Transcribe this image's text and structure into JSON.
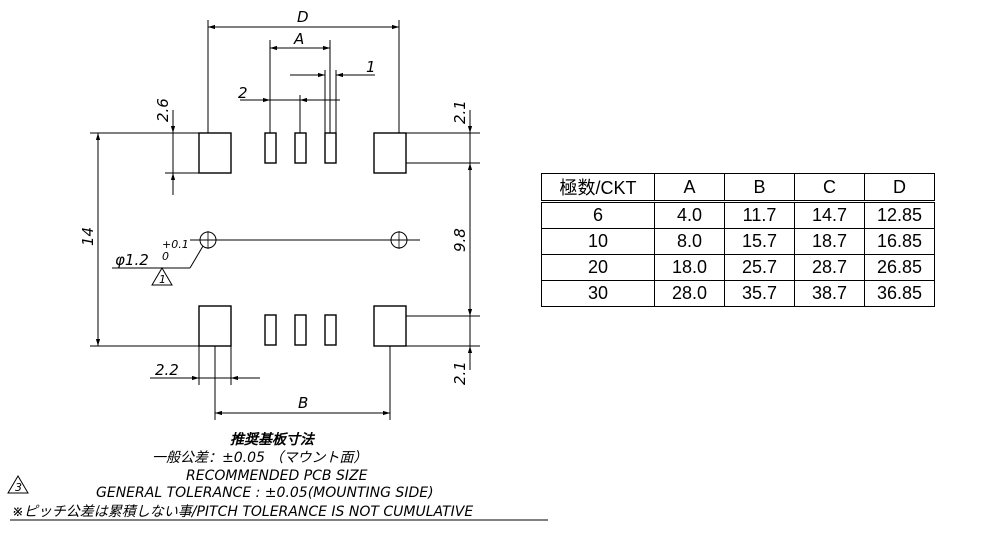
{
  "dimensions": {
    "d": "D",
    "a": "A",
    "b": "B",
    "one": "1",
    "two": "2",
    "two_six": "2.6",
    "two_one_top": "2.1",
    "two_one_bottom": "2.1",
    "nine_eight": "9.8",
    "fourteen": "14",
    "two_two": "2.2",
    "hole_dia": "φ1.2",
    "tol_plus": "+0.1",
    "tol_zero": "0",
    "note_flag_1": "1"
  },
  "notes": {
    "title_jp": "推奨基板寸法",
    "tolerance_jp": "一般公差：±0.05 （マウント面）",
    "title_en": "RECOMMENDED PCB SIZE",
    "flag_3": "3",
    "tolerance_en": "GENERAL TOLERANCE : ±0.05(MOUNTING SIDE)",
    "pitch_note": "※ピッチ公差は累積しない事/PITCH TOLERANCE IS NOT CUMULATIVE"
  },
  "table": {
    "headers": [
      "極数/CKT",
      "A",
      "B",
      "C",
      "D"
    ],
    "rows": [
      [
        "6",
        "4.0",
        "11.7",
        "14.7",
        "12.85"
      ],
      [
        "10",
        "8.0",
        "15.7",
        "18.7",
        "16.85"
      ],
      [
        "20",
        "18.0",
        "25.7",
        "28.7",
        "26.85"
      ],
      [
        "30",
        "28.0",
        "35.7",
        "38.7",
        "36.85"
      ]
    ]
  }
}
